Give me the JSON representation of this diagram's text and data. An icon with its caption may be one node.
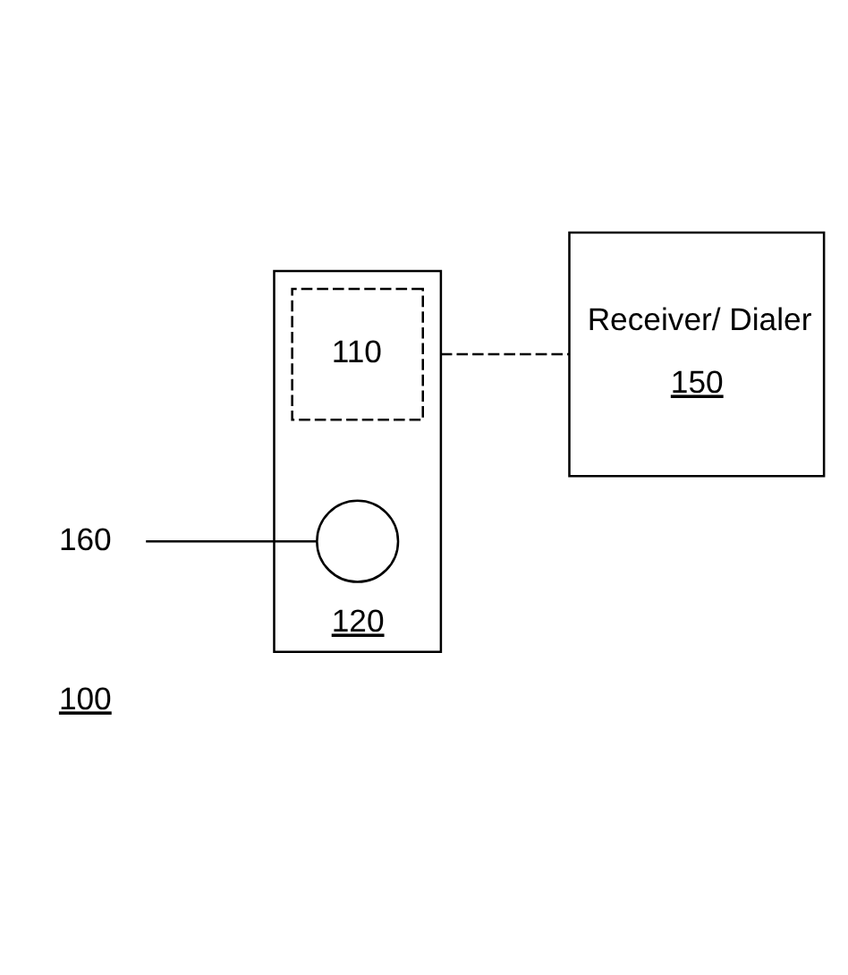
{
  "diagram": {
    "nodes": [
      {
        "text": [
          "120"
        ]
      },
      {
        "text": [
          "110"
        ],
        "in": 0
      },
      {
        "text": [],
        "shape": "circle",
        "in": 0
      },
      {
        "text": [
          "160"
        ]
      },
      {
        "text": [
          "Receiver/ Dialer",
          "150"
        ]
      }
    ],
    "edges": [
      {
        "from": 0,
        "to": 4,
        "arrow": "none",
        "style": "dashed"
      },
      {
        "from": 3,
        "to": 2,
        "arrow": "none"
      }
    ],
    "labels": [
      "100"
    ]
  }
}
